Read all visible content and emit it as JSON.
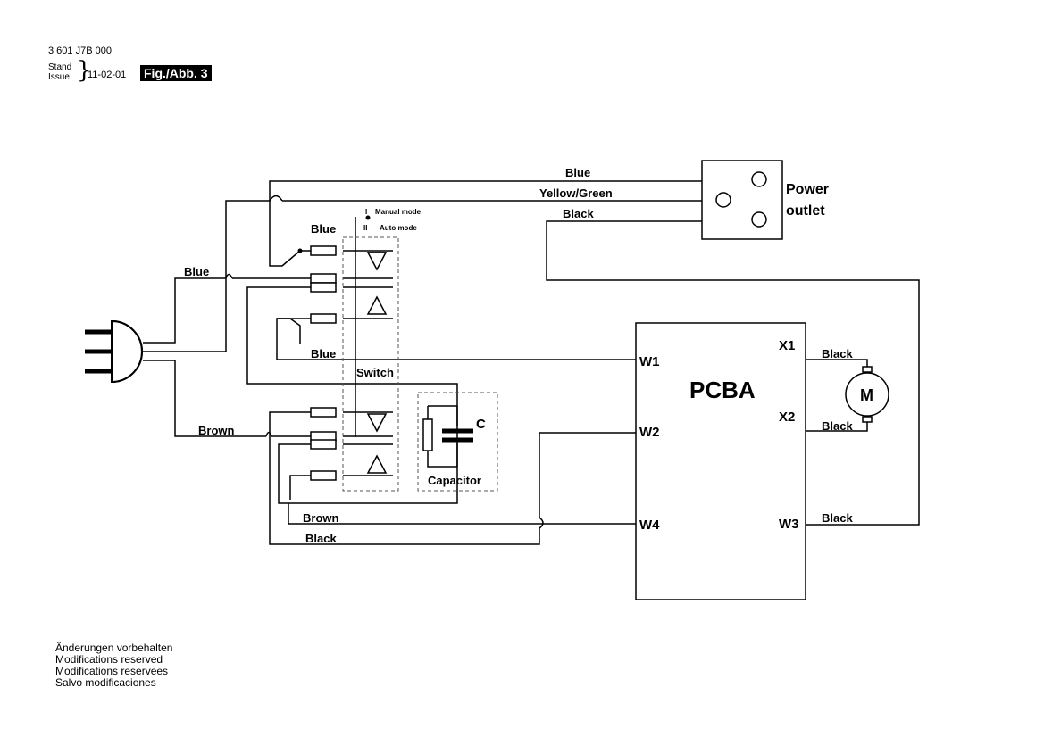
{
  "header": {
    "doc_number": "3 601 J7B 000",
    "stand": "Stand",
    "issue": "Issue",
    "issue_date": "11-02-01",
    "figure": "Fig./Abb. 3"
  },
  "power_outlet": {
    "line1": "Power",
    "line2": "outlet"
  },
  "switch_modes": {
    "manual_num": "I",
    "manual": "Manual mode",
    "auto_num": "II",
    "auto": "Auto mode"
  },
  "wires": {
    "blue_top": "Blue",
    "yellow_green": "Yellow/Green",
    "black_top": "Black",
    "blue_switch": "Blue",
    "blue_plug": "Blue",
    "blue_w1": "Blue",
    "brown_plug": "Brown",
    "brown_lower": "Brown",
    "black_lower": "Black",
    "black_x1": "Black",
    "black_x2": "Black",
    "black_w3": "Black"
  },
  "components": {
    "switch": "Switch",
    "capacitor": "Capacitor",
    "capacitor_symbol": "C",
    "pcba": "PCBA",
    "motor": "M"
  },
  "terminals": {
    "w1": "W1",
    "w2": "W2",
    "w3": "W3",
    "w4": "W4",
    "x1": "X1",
    "x2": "X2"
  },
  "footer": [
    "Änderungen vorbehalten",
    "Modifications reserved",
    "Modifications reservees",
    "Salvo modificaciones"
  ]
}
